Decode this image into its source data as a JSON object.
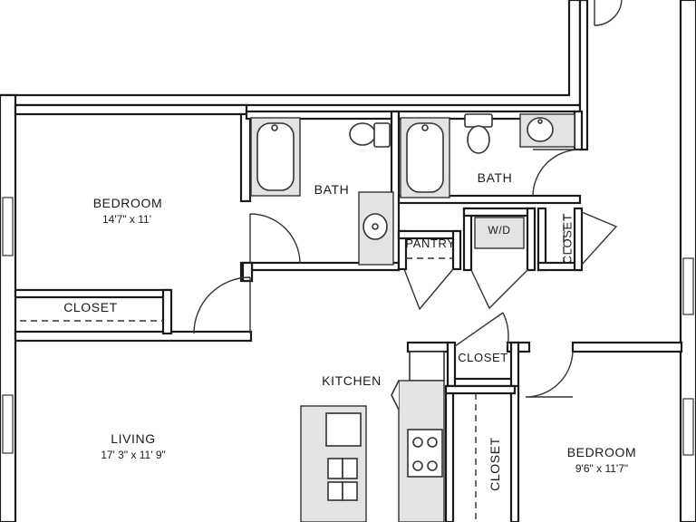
{
  "rooms": {
    "bedroom_1": {
      "name": "BEDROOM",
      "dims": "14'7\" x 11'"
    },
    "bath_1": {
      "name": "BATH"
    },
    "bath_2": {
      "name": "BATH"
    },
    "pantry": {
      "name": "PANTRY"
    },
    "wd": {
      "name": "W/D"
    },
    "closet_bed1": {
      "name": "CLOSET"
    },
    "closet_right": {
      "name": "CLOSET"
    },
    "closet_hall": {
      "name": "CLOSET"
    },
    "closet_bed2": {
      "name": "CLOSET"
    },
    "kitchen": {
      "name": "KITCHEN"
    },
    "living": {
      "name": "LIVING",
      "dims": "17' 3\" x 11' 9\""
    },
    "bedroom_2": {
      "name": "BEDROOM",
      "dims": "9'6\" x 11'7\""
    }
  },
  "colors": {
    "wall": "#1a1a1a",
    "fixture_fill": "#e3e3e3",
    "background": "#ffffff"
  }
}
